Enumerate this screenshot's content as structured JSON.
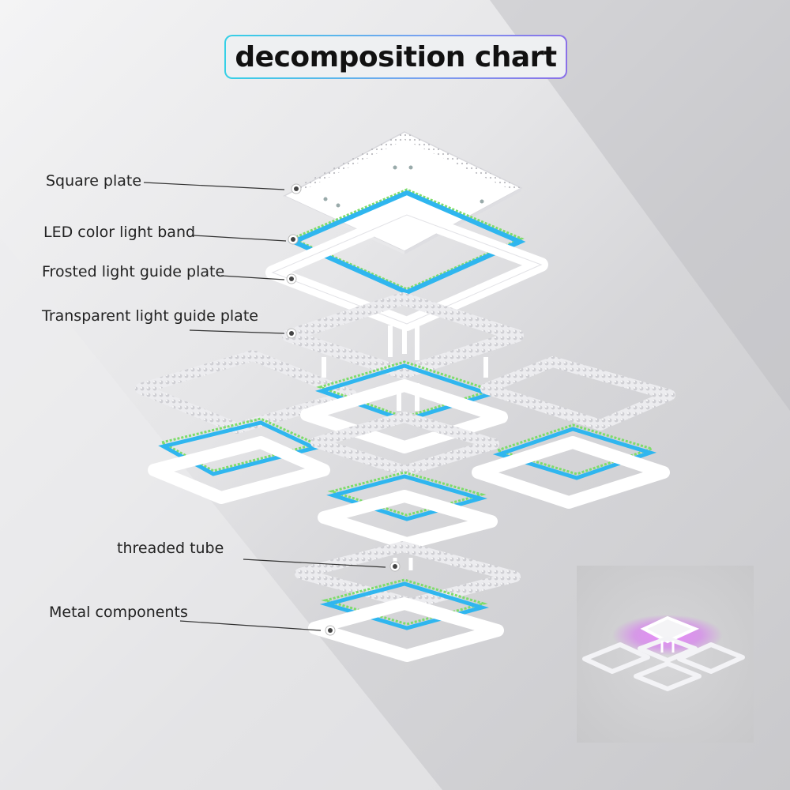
{
  "title": "decomposition chart",
  "labels": {
    "square_plate": "Square plate",
    "led_band": "LED color light band",
    "frosted_plate": "Frosted light guide plate",
    "transparent_plate": "Transparent light guide plate",
    "threaded_tube": "threaded tube",
    "metal_components": "Metal components"
  },
  "colors": {
    "led_blue": "#2fb6ef",
    "led_green": "#7ddc6a",
    "frosted": "#f6f6f8",
    "crystal": "#e3e3e6",
    "inset_glow": "#e07aff",
    "title_border_start": "#35d0e6",
    "title_border_end": "#8a70e8"
  }
}
